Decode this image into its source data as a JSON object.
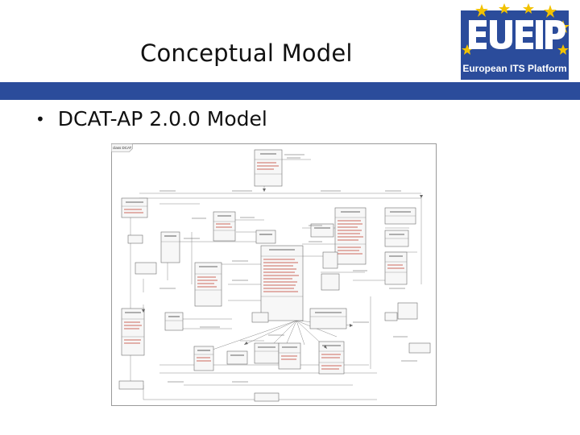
{
  "slide": {
    "title": "Conceptual Model",
    "bullet": "DCAT-AP 2.0.0 Model"
  },
  "logo": {
    "letters": "EU EIP",
    "caption": "European ITS Platform",
    "colors": {
      "blue": "#2b4c9b",
      "yellow": "#f2c200"
    }
  },
  "colors": {
    "band": "#2b4c9b"
  },
  "diagram": {
    "frame_label": "class DCAT"
  }
}
